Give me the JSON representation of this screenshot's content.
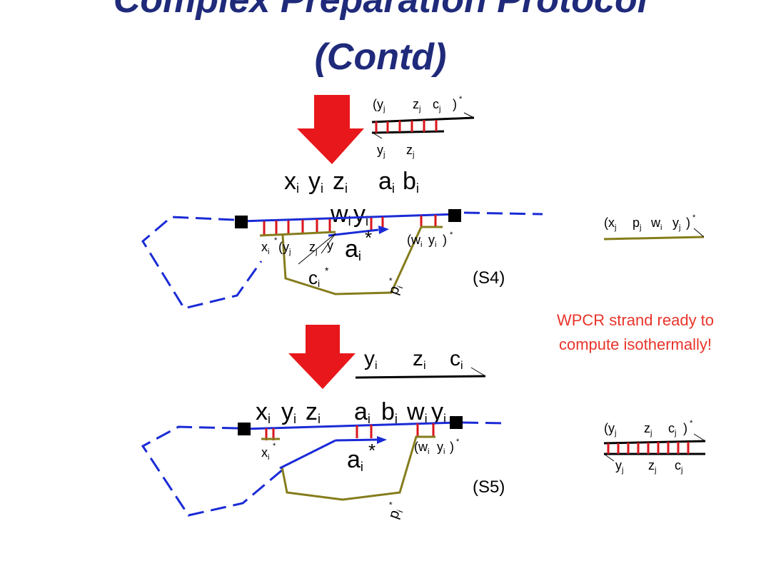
{
  "title": {
    "line1": "Complex Preparation Protocol",
    "line2": "(Contd)"
  },
  "s4": {
    "step_label": "(S4)",
    "top_strand": {
      "y": "(y",
      "yj": "j",
      "z": "z",
      "zj": "j",
      "c": "c",
      "cj": "j",
      "close": ")",
      "star": "*"
    },
    "bottom_strand": {
      "y": "y",
      "yj": "j",
      "z": "z",
      "zj": "j"
    },
    "main_seq": {
      "x": "x",
      "xi": "i",
      "y": "y",
      "yi": "i",
      "z": "z",
      "zi": "i",
      "a": "a",
      "ai": "i",
      "b": "b",
      "bi": "i"
    },
    "wy": {
      "w": "w",
      "wi": "i",
      "y": "y",
      "yi": "i"
    },
    "left_label": {
      "x": "x",
      "xi": "i",
      "star": "*",
      "y": "(y",
      "yj": "j",
      "z": "z",
      "zj": "j",
      "y2": "y"
    },
    "a_star": {
      "a": "a",
      "ai": "i",
      "star": "*"
    },
    "c_star": {
      "c": "c",
      "ci": "i",
      "star": "*"
    },
    "p_star": {
      "p": "p",
      "pi": "i",
      "star": "*"
    },
    "wy_star": {
      "open": "(w",
      "wi": "i",
      "y": "y",
      "yi": "i",
      "close": ")",
      "star": "*"
    },
    "right_strand": {
      "x": "(x",
      "xj": "j",
      "p": "p",
      "pj": "j",
      "w": "w",
      "wi": "i",
      "y": "y",
      "yj": "j",
      "close": ")",
      "star": "*"
    }
  },
  "note": {
    "line1": "WPCR strand ready to",
    "line2": "compute isothermally!"
  },
  "s5": {
    "step_label": "(S5)",
    "top_seq": {
      "y": "y",
      "yi": "i",
      "z": "z",
      "zi": "i",
      "c": "c",
      "ci": "i"
    },
    "main_seq": {
      "x": "x",
      "xi": "i",
      "y": "y",
      "yi": "i",
      "z": "z",
      "zi": "i",
      "a": "a",
      "ai": "i",
      "b": "b",
      "bi": "i",
      "w": "w",
      "wi": "i",
      "y2": "y",
      "y2i": "i"
    },
    "x_star": {
      "x": "x",
      "xi": "i",
      "star": "*"
    },
    "a_star": {
      "a": "a",
      "ai": "i",
      "star": "*"
    },
    "wy_star": {
      "open": "(w",
      "wi": "i",
      "y": "y",
      "yi": "i",
      "close": ")",
      "star": "*"
    },
    "p_star": {
      "p": "p",
      "pi": "i",
      "star": "*"
    },
    "right_duplex": {
      "top": {
        "y": "(y",
        "yj": "j",
        "z": "z",
        "zj": "j",
        "c": "c",
        "cj": "j",
        "close": ")",
        "star": "*"
      },
      "bottom": {
        "y": "y",
        "yj": "j",
        "z": "z",
        "zj": "j",
        "c": "c",
        "cj": "j"
      }
    }
  },
  "colors": {
    "title": "#1f2a7a",
    "arrow": "#e8171b",
    "strand_blue": "#1a2bd6",
    "strand_olive": "#857c1c",
    "rung_red": "#d9151b",
    "note": "#e8342a",
    "anchor": "#000000"
  }
}
